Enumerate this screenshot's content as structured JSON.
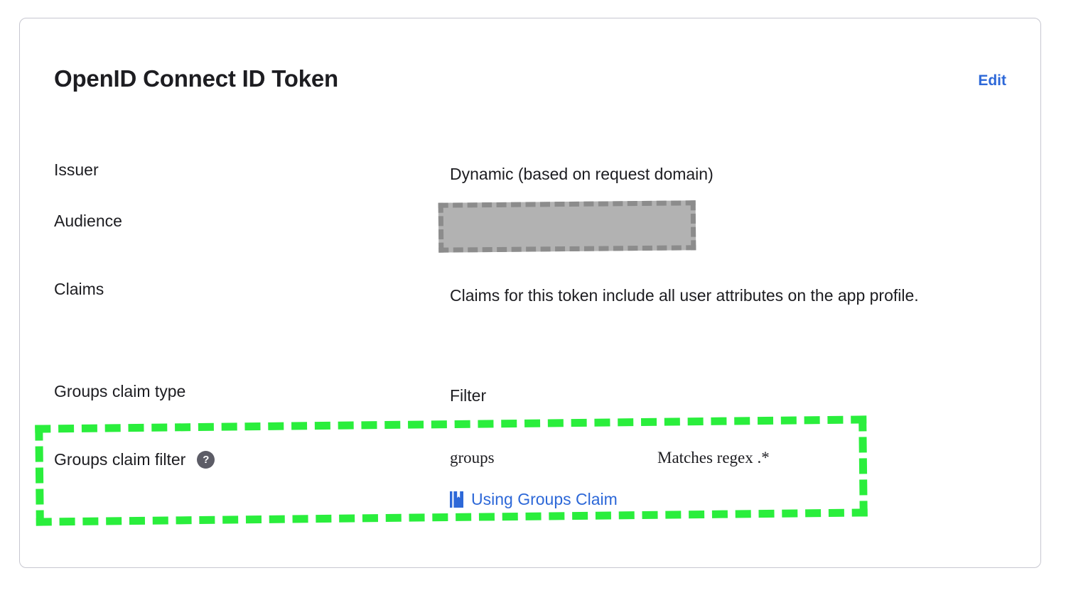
{
  "card": {
    "title": "OpenID Connect ID Token",
    "edit_label": "Edit"
  },
  "rows": {
    "issuer": {
      "label": "Issuer",
      "value": "Dynamic (based on request domain)"
    },
    "audience": {
      "label": "Audience",
      "value": "",
      "redacted": true
    },
    "claims": {
      "label": "Claims",
      "value": "Claims for this token include all user attributes on the app profile."
    },
    "groups_claim_type": {
      "label": "Groups claim type",
      "value": "Filter"
    },
    "groups_claim_filter": {
      "label": "Groups claim filter",
      "help_icon": "help-question-icon",
      "help_glyph": "?",
      "claim_name": "groups",
      "match_rule": "Matches regex .*",
      "doc_link_label": "Using Groups Claim",
      "doc_link_icon": "book-icon"
    }
  },
  "annotation": {
    "highlight_color": "#2aee3c",
    "target": "groups-claim-filter-row"
  },
  "colors": {
    "link": "#2d68d8",
    "text": "#1d1d21",
    "card_border": "#c7c7d0",
    "redaction_fill": "#b2b2b2",
    "redaction_border": "#8c8c8c",
    "help_icon_bg": "#5c5c66"
  }
}
